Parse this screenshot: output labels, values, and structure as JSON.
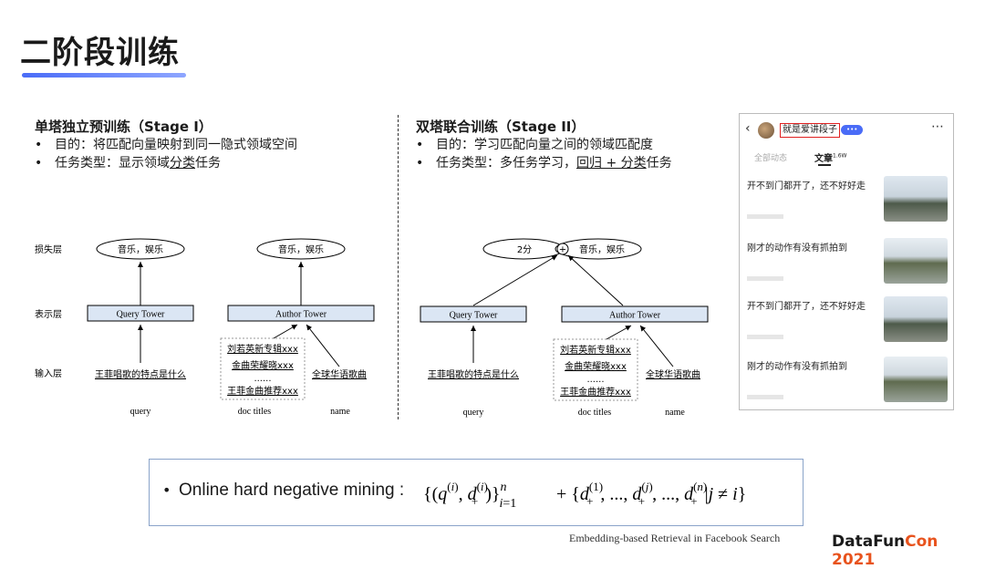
{
  "slide": {
    "title": "二阶段训练",
    "credit": "Embedding-based Retrieval in Facebook Search",
    "brand": {
      "part1": "DataFun",
      "part2": "Con 2021",
      "accent": "#e8531d"
    }
  },
  "left_section": {
    "heading": "单塔独立预训练（Stage I）",
    "bullet1": "目的：将匹配向量映射到同一隐式领域空间",
    "bullet2_prefix": "任务类型：显示领域",
    "bullet2_underlined": "分类",
    "bullet2_suffix": "任务"
  },
  "right_section": {
    "heading": "双塔联合训练（Stage II）",
    "bullet1": "目的：学习匹配向量之间的领域匹配度",
    "bullet2_prefix": "任务类型：多任务学习，",
    "bullet2_underlined": "回归 + 分类",
    "bullet2_suffix": "任务"
  },
  "diagram": {
    "row_labels": {
      "loss": "损失层",
      "repr": "表示层",
      "input": "输入层"
    },
    "output_label": "音乐，娱乐",
    "score_label": "2分",
    "plus": "+",
    "query_tower": "Query Tower",
    "author_tower": "Author Tower",
    "query_input": "王菲唱歌的特点是什么",
    "doc_titles": [
      "刘若英新专辑xxx",
      "金曲荣耀晓xxx",
      "......",
      "王菲金曲推荐xxx"
    ],
    "name_input": "全球华语歌曲",
    "bottom_labels": {
      "query": "query",
      "doc_titles": "doc titles",
      "name": "name"
    }
  },
  "phone": {
    "account_name": "就是爱讲段子",
    "badge": "•••",
    "more": "⋯",
    "tab_all": "全部动态",
    "tab_articles": "文章",
    "tab_articles_count": "1.6W",
    "accent": "#4a6cf7",
    "highlight": "#e02020",
    "items": [
      {
        "text": "开不到门都开了，还不好好走"
      },
      {
        "text": "刚才的动作有没有抓拍到"
      },
      {
        "text": "开不到门都开了，还不好好走"
      },
      {
        "text": "刚才的动作有没有抓拍到"
      }
    ]
  },
  "formula": {
    "bullet": "•",
    "text": "Online hard negative mining :"
  }
}
